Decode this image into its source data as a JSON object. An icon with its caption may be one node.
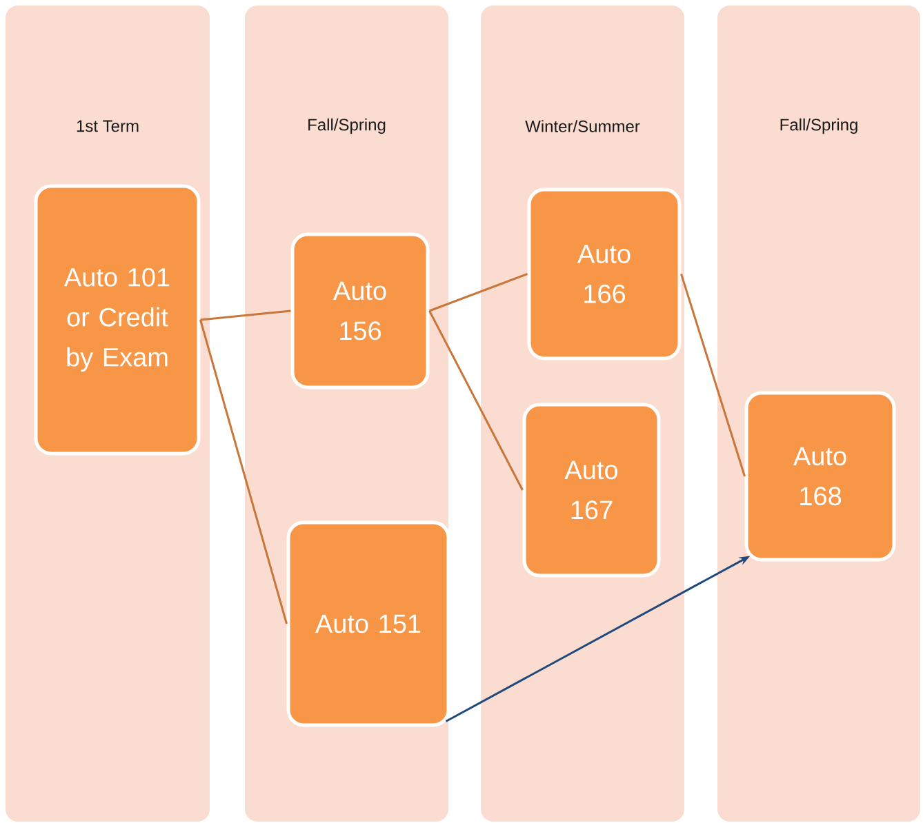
{
  "diagram": {
    "nodes": [
      {
        "text": [
          "1st Term"
        ]
      },
      {
        "text": [
          "Fall/Spring"
        ]
      },
      {
        "text": [
          "Winter/Summer"
        ]
      },
      {
        "text": [
          "Fall/Spring"
        ]
      },
      {
        "text": [
          "Auto 101 or Credit by Exam"
        ],
        "in": 0
      },
      {
        "text": [
          "Auto 156"
        ],
        "in": 1
      },
      {
        "text": [
          "Auto 151"
        ],
        "in": 1
      },
      {
        "text": [
          "Auto 166"
        ],
        "in": 2
      },
      {
        "text": [
          "Auto 167"
        ],
        "in": 2
      },
      {
        "text": [
          "Auto 168"
        ],
        "in": 3
      }
    ],
    "edges": [
      {
        "from": 4,
        "to": 5,
        "arrow": "none"
      },
      {
        "from": 4,
        "to": 6,
        "arrow": "none"
      },
      {
        "from": 5,
        "to": 7,
        "arrow": "none"
      },
      {
        "from": 5,
        "to": 8,
        "arrow": "none"
      },
      {
        "from": 7,
        "to": 9,
        "arrow": "none"
      },
      {
        "from": 6,
        "to": 9,
        "arrow": "to",
        "color": "#1f497d"
      }
    ]
  }
}
